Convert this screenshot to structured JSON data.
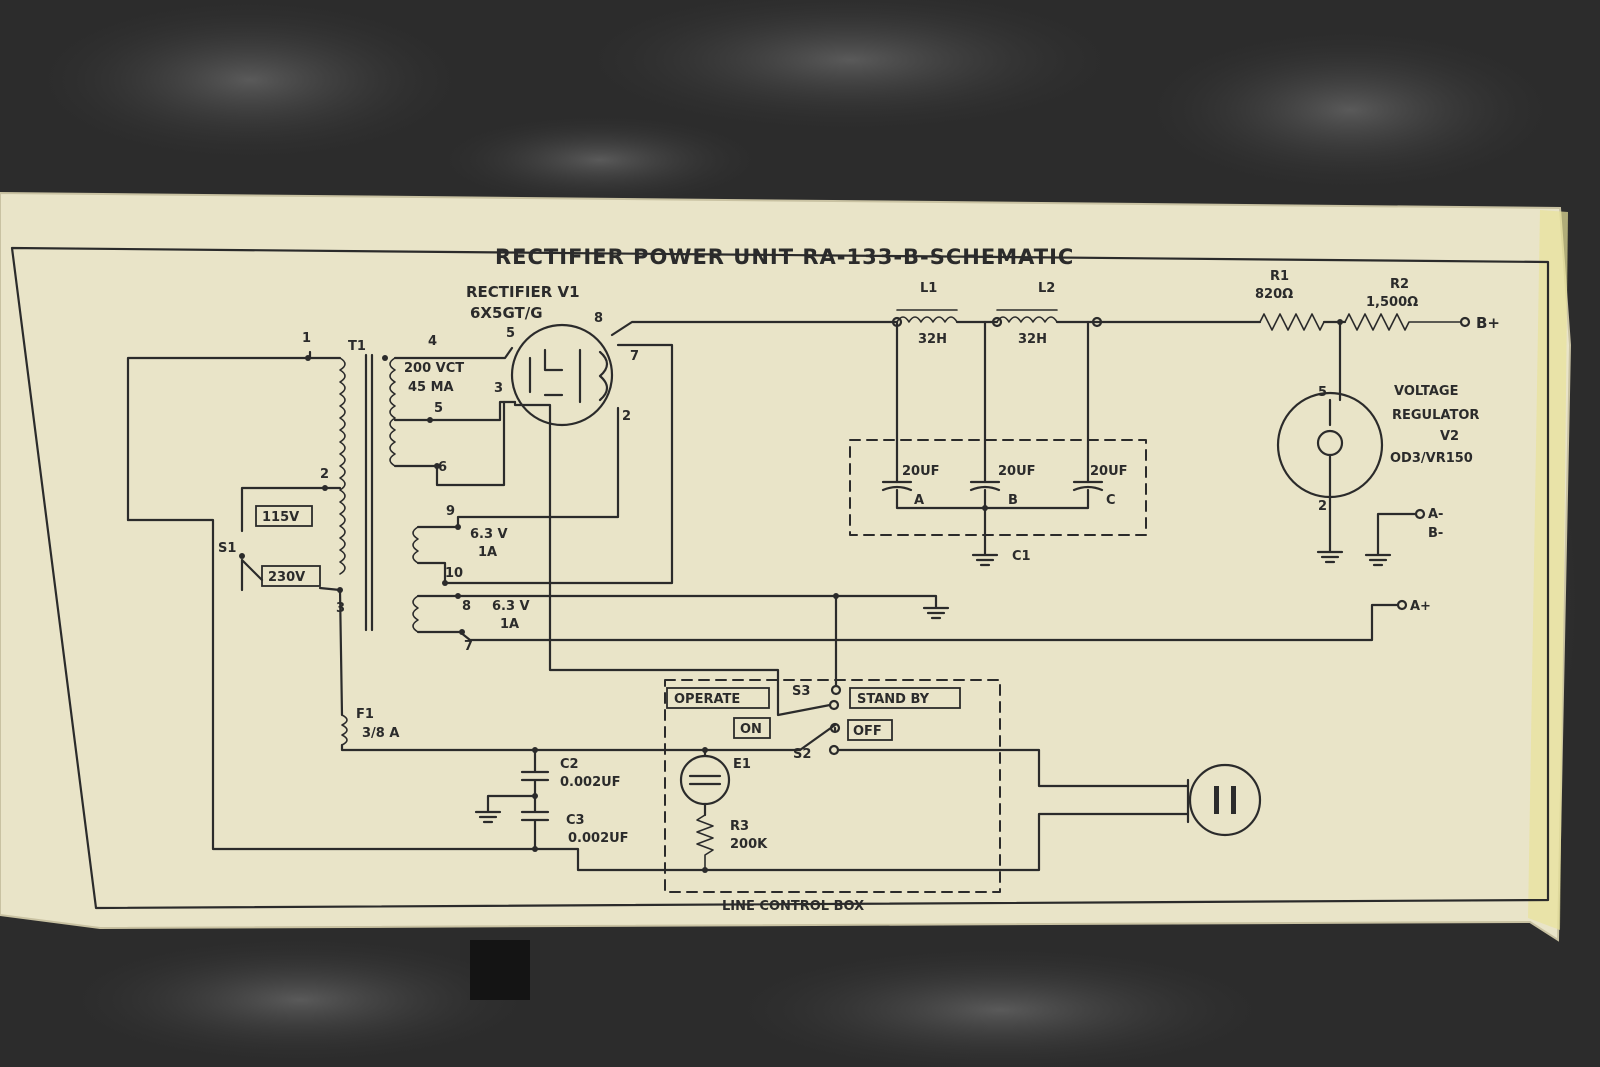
{
  "title": "RECTIFIER POWER UNIT RA-133-B-SCHEMATIC",
  "tube": {
    "name": "RECTIFIER V1",
    "type": "6X5GT/G",
    "pins": [
      "5",
      "8",
      "7",
      "3",
      "2"
    ]
  },
  "transformer": {
    "name": "T1",
    "primary_taps": [
      "1",
      "2",
      "3"
    ],
    "secondary_taps": [
      "4",
      "5",
      "6",
      "9",
      "10",
      "8",
      "7"
    ],
    "hv_rating": "200 VCT",
    "hv_current": "45 MA",
    "fil1_voltage": "6.3 V",
    "fil1_current": "1A",
    "fil2_voltage": "6.3 V",
    "fil2_current": "1A"
  },
  "voltage_select": {
    "switch": "S1",
    "opt1": "115V",
    "opt2": "230V"
  },
  "fuse": {
    "name": "F1",
    "rating": "3/8 A"
  },
  "chokes": [
    {
      "name": "L1",
      "value": "32H"
    },
    {
      "name": "L2",
      "value": "32H"
    }
  ],
  "filter_caps": {
    "a": "20UF",
    "b": "20UF",
    "c": "20UF",
    "tag_a": "A",
    "tag_b": "B",
    "tag_c": "C",
    "ground_label": "C1"
  },
  "resistors": [
    {
      "name": "R1",
      "value": "820Ω"
    },
    {
      "name": "R2",
      "value": "1,500Ω"
    }
  ],
  "regulator": {
    "line1": "VOLTAGE",
    "line2": "REGULATOR",
    "line3": "V2",
    "line4": "OD3/VR150",
    "pin_top": "5",
    "pin_bottom": "2"
  },
  "terminals": {
    "bplus": "B+",
    "aminus": "A-",
    "bminus": "B-",
    "aplus": "A+"
  },
  "line_caps": [
    {
      "name": "C2",
      "value": "0.002UF"
    },
    {
      "name": "C3",
      "value": "0.002UF"
    }
  ],
  "control_box": {
    "label": "LINE CONTROL BOX",
    "operate": "OPERATE",
    "standby": "STAND BY",
    "on": "ON",
    "off": "OFF",
    "s3": "S3",
    "s2": "S2",
    "lamp": "E1",
    "resistor_name": "R3",
    "resistor_value": "200K"
  }
}
